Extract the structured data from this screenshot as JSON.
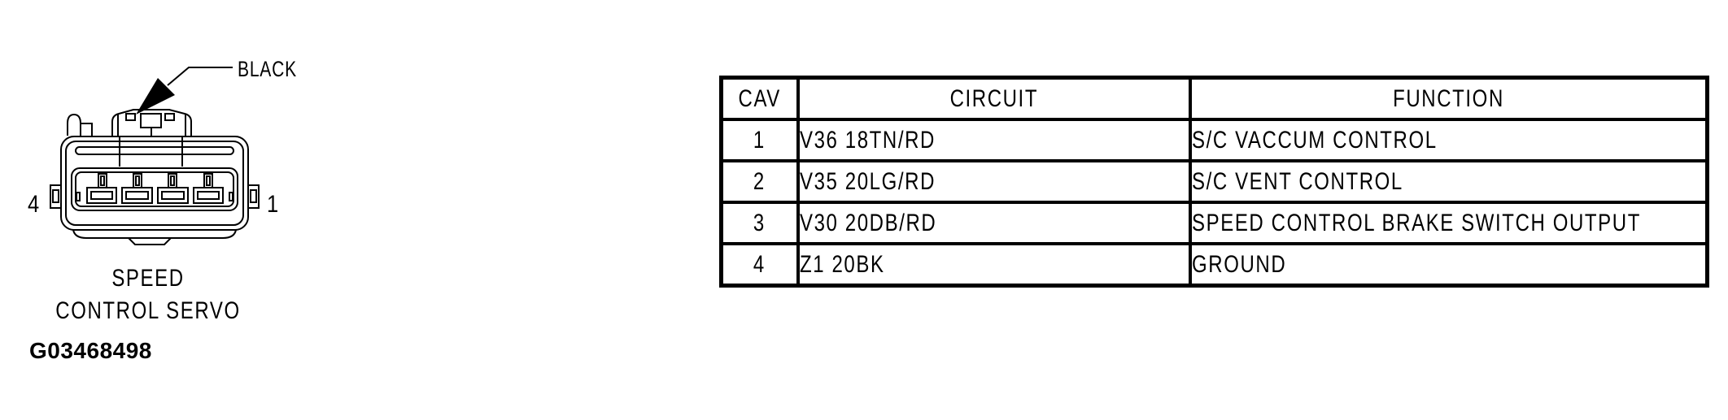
{
  "figure": {
    "connector_color_label": "BLACK",
    "pin_left_label": "4",
    "pin_right_label": "1",
    "caption_line1": "SPEED",
    "caption_line2": "CONTROL SERVO",
    "figure_id": "G03468498"
  },
  "table": {
    "headers": [
      "CAV",
      "CIRCUIT",
      "FUNCTION"
    ],
    "rows": [
      {
        "cav": "1",
        "circuit": "V36 18TN/RD",
        "function": "S/C VACCUM CONTROL"
      },
      {
        "cav": "2",
        "circuit": "V35 20LG/RD",
        "function": "S/C VENT CONTROL"
      },
      {
        "cav": "3",
        "circuit": "V30 20DB/RD",
        "function": "SPEED CONTROL BRAKE SWITCH OUTPUT"
      },
      {
        "cav": "4",
        "circuit": "Z1 20BK",
        "function": "GROUND"
      }
    ]
  },
  "colors": {
    "ink": "#000000",
    "background": "#ffffff"
  }
}
